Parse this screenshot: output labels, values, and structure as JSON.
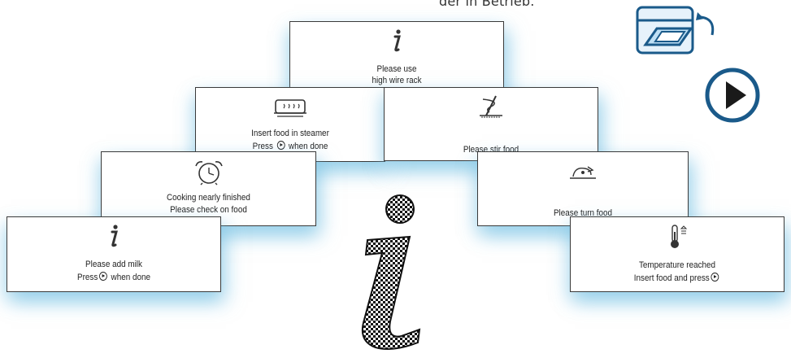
{
  "header": {
    "top_text": "der in Betrieb."
  },
  "cards": {
    "wire_rack": {
      "line1": "Please use",
      "line2": "high wire rack",
      "icon": "info-icon"
    },
    "steamer": {
      "line1": "Insert food in steamer",
      "line2_pre": "Press",
      "line2_post": "when done",
      "icon": "steamer-icon"
    },
    "stir": {
      "line1": "Please stir food",
      "icon": "stir-icon"
    },
    "nearly_finished": {
      "line1": "Cooking nearly finished",
      "line2": "Please check on food",
      "icon": "alarm-clock-icon"
    },
    "turn": {
      "line1": "Please turn food",
      "icon": "turn-food-icon"
    },
    "milk": {
      "line1": "Please add milk",
      "line2_pre": "Press",
      "line2_post": "when done",
      "icon": "info-icon"
    },
    "temperature": {
      "line1": "Temperature reached",
      "line2_pre": "Insert food and press",
      "icon": "thermometer-icon"
    }
  },
  "colors": {
    "shadow": "#6ebee1",
    "play_ring": "#1a5a8a",
    "play_fill": "#1a1a1a"
  }
}
